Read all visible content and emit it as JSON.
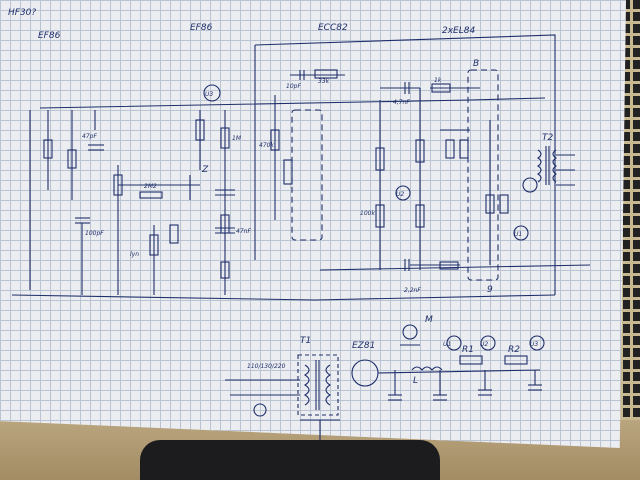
{
  "labels": {
    "corner": "HF30?",
    "tube1": "EF86",
    "tube2": "EF86",
    "tube3": "ECC82",
    "tube4": "2xEL84",
    "trafo_out": "T2",
    "trafo_power": "T1",
    "rectifier": "EZ81",
    "meter": "M",
    "choke": "L",
    "r1": "R1",
    "r2": "R2",
    "u1": "U1",
    "u2": "U2",
    "u3": "U3",
    "cap_a": "47pF",
    "cap_b": "100pF",
    "cap_c": "4,7nF",
    "cap_d": "47nF",
    "cap_e": "2,2nF",
    "cap_f": "10pF",
    "res_a": "2M2",
    "res_b": "470k",
    "res_c": "1M",
    "res_d": "33k",
    "res_e": "1k",
    "res_f": "100k",
    "volt": "110/130/220",
    "ctrl": "lyn",
    "node_z": "Z",
    "node_b": "B",
    "node_9": "9"
  },
  "colors": {
    "ink": "#1f2f6b",
    "paper": "#ecedf0",
    "grid": "#b9c3d2"
  }
}
